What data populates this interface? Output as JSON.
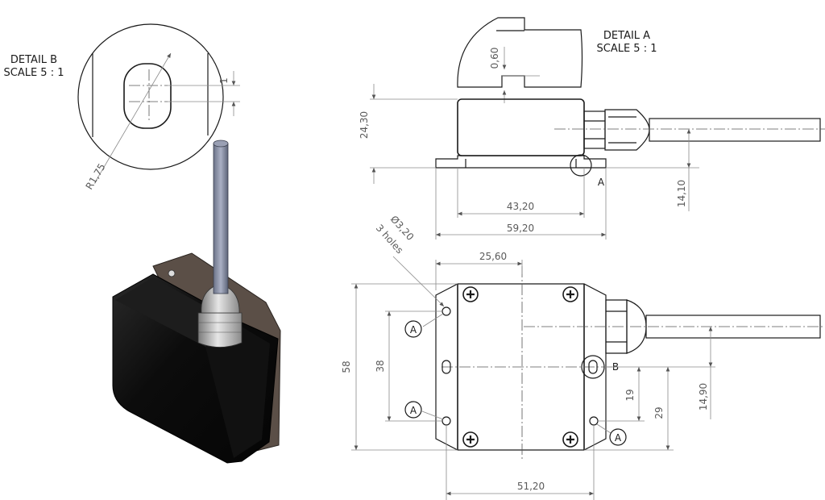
{
  "detail_b": {
    "title": "DETAIL B",
    "scale": "SCALE 5 : 1",
    "radius": "R1,75",
    "gap": "1"
  },
  "detail_a": {
    "title": "DETAIL A",
    "scale": "SCALE 5 : 1",
    "depth": "0,60"
  },
  "side_view": {
    "height": "24,30",
    "body_width": "43,20",
    "flange_width": "59,20",
    "cable_offset": "14,10",
    "callout": "A"
  },
  "top_view": {
    "holes_note_1": "Ø3,20",
    "holes_note_2": "3 holes",
    "hole_offset": "25,60",
    "width_total": "58",
    "hole_spacing": "38",
    "cable_height": "14,90",
    "dim_19": "19",
    "dim_29": "29",
    "hole_span": "51,20",
    "callout_a": "A",
    "callout_b": "B"
  }
}
